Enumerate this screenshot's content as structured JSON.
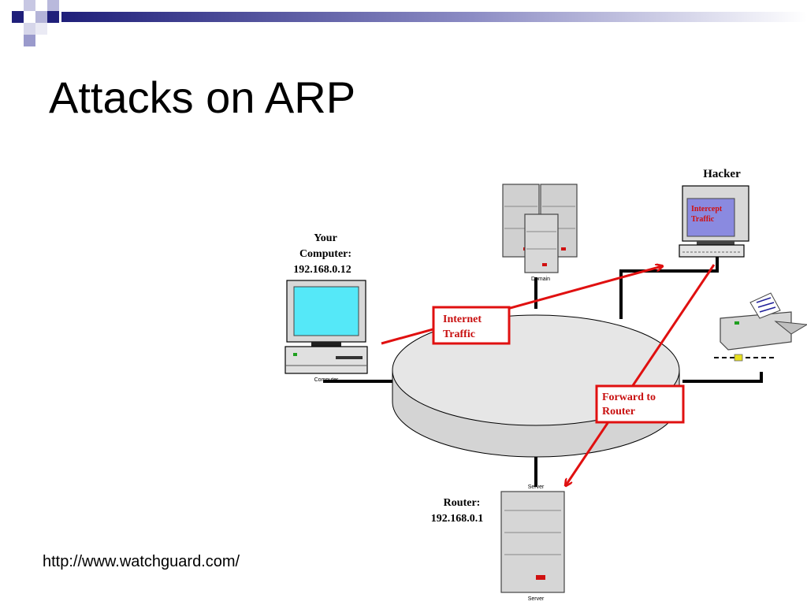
{
  "slide": {
    "title": "Attacks on ARP",
    "source_url": "http://www.watchguard.com/"
  },
  "diagram": {
    "nodes": {
      "your_computer": {
        "label_line1": "Your",
        "label_line2": "Computer:",
        "ip": "192.168.0.12",
        "caption": "Computer"
      },
      "domain_server": {
        "caption": "Domain"
      },
      "hacker": {
        "label": "Hacker",
        "screen_line1": "Intercept",
        "screen_line2": "Traffic"
      },
      "printer": {
        "caption": ""
      },
      "router": {
        "label": "Router:",
        "ip": "192.168.0.1",
        "top_caption": "Server",
        "bottom_caption": "Server"
      }
    },
    "callouts": {
      "internet_traffic": {
        "line1": "Internet",
        "line2": "Traffic"
      },
      "forward_to_router": {
        "line1": "Forward to",
        "line2": "Router"
      }
    }
  },
  "colors": {
    "accent_navy": "#1f1f7a",
    "accent_lavender": "#9a9acc",
    "arrow_red": "#e01010",
    "callout_text": "#c81010",
    "hub_fill": "#e6e6e6",
    "monitor_screen": "#55e8f8",
    "hacker_screen": "#8a8ae0"
  }
}
